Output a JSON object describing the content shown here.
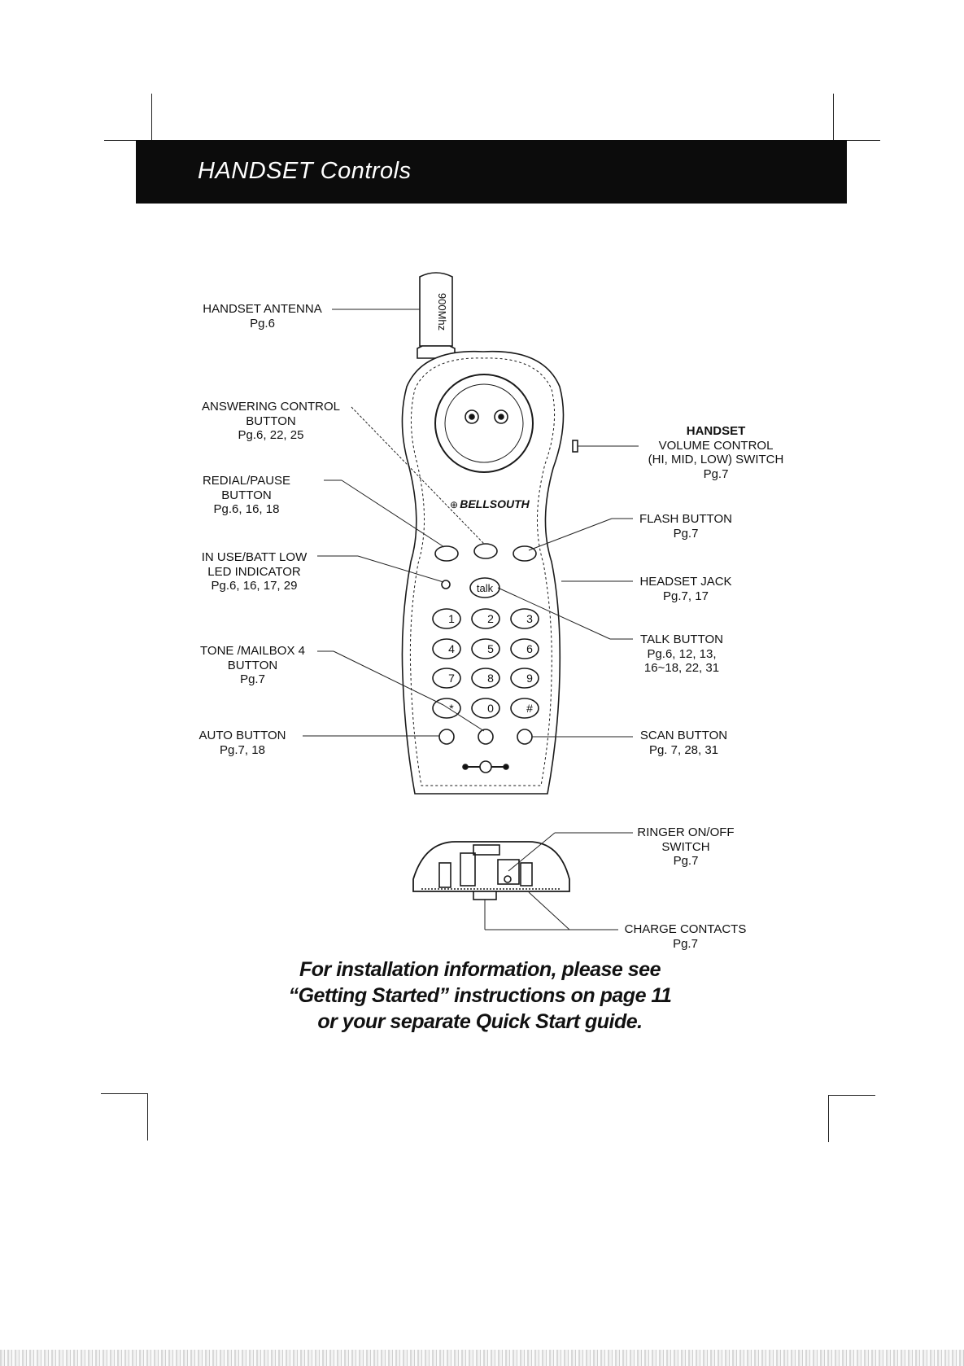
{
  "header": {
    "title": "HANDSET Controls"
  },
  "callouts": {
    "antenna": {
      "name": "HANDSET ANTENNA",
      "pages": "Pg.6"
    },
    "answering": {
      "line1": "ANSWERING CONTROL",
      "line2": "BUTTON",
      "pages": "Pg.6, 22, 25"
    },
    "redial": {
      "line1": "REDIAL/PAUSE",
      "line2": "BUTTON",
      "pages": "Pg.6, 16, 18"
    },
    "inuse": {
      "line1": "IN USE/BATT LOW",
      "line2": "LED INDICATOR",
      "pages": "Pg.6, 16, 17, 29"
    },
    "tone": {
      "line1": "TONE /MAILBOX 4",
      "line2": "BUTTON",
      "pages": "Pg.7"
    },
    "auto": {
      "name": "AUTO BUTTON",
      "pages": "Pg.7, 18"
    },
    "volume": {
      "line1": "HANDSET",
      "line2": "VOLUME CONTROL",
      "line3": "(HI, MID, LOW) SWITCH",
      "pages": "Pg.7"
    },
    "flash": {
      "name": "FLASH BUTTON",
      "pages": "Pg.7"
    },
    "headset": {
      "name": "HEADSET JACK",
      "pages": "Pg.7, 17"
    },
    "talk": {
      "name": "TALK BUTTON",
      "pages1": "Pg.6, 12, 13,",
      "pages2": "16~18, 22, 31"
    },
    "scan": {
      "name": "SCAN BUTTON",
      "pages": "Pg. 7, 28, 31"
    },
    "ringer": {
      "line1": "RINGER ON/OFF",
      "line2": "SWITCH",
      "pages": "Pg.7"
    },
    "charge": {
      "name": "CHARGE CONTACTS",
      "pages": "Pg.7"
    }
  },
  "handset": {
    "antenna_text": "900Mhz",
    "brand": "BELLSOUTH",
    "talk_key": "talk",
    "keypad": [
      "1",
      "2",
      "3",
      "4",
      "5",
      "6",
      "7",
      "8",
      "9",
      "*",
      "0",
      "#"
    ]
  },
  "footer": {
    "line1": "For installation information, please see",
    "line2": "“Getting Started” instructions on page 11",
    "line3": "or your separate Quick Start guide."
  }
}
